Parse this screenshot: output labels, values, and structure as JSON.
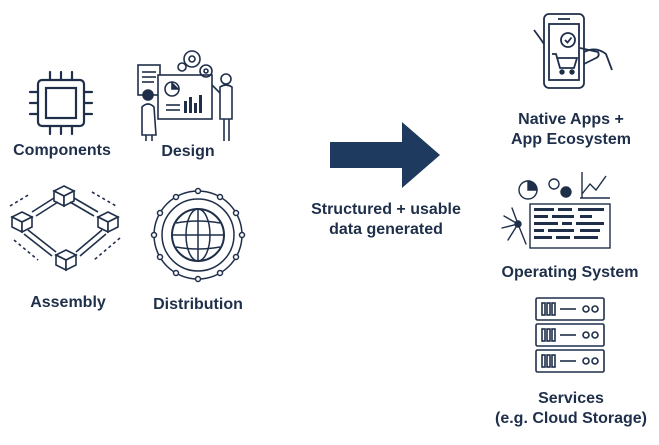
{
  "inputs": {
    "components": {
      "label": "Components",
      "icon": "microchip-icon"
    },
    "design": {
      "label": "Design",
      "icon": "design-team-icon"
    },
    "assembly": {
      "label": "Assembly",
      "icon": "assembly-blocks-icon"
    },
    "distribution": {
      "label": "Distribution",
      "icon": "globe-network-icon"
    }
  },
  "flow": {
    "caption_line1": "Structured + usable",
    "caption_line2": "data generated",
    "arrow_color": "#1f3a5f"
  },
  "outputs": {
    "native_apps": {
      "line1": "Native Apps +",
      "line2": "App Ecosystem",
      "icon": "smartphone-cart-icon"
    },
    "operating_system": {
      "label": "Operating System",
      "icon": "dashboard-analytics-icon"
    },
    "services": {
      "line1": "Services",
      "line2": "(e.g. Cloud Storage)",
      "icon": "server-rack-icon"
    }
  },
  "colors": {
    "ink": "#1f2f4a",
    "navy": "#1f3a5f"
  }
}
